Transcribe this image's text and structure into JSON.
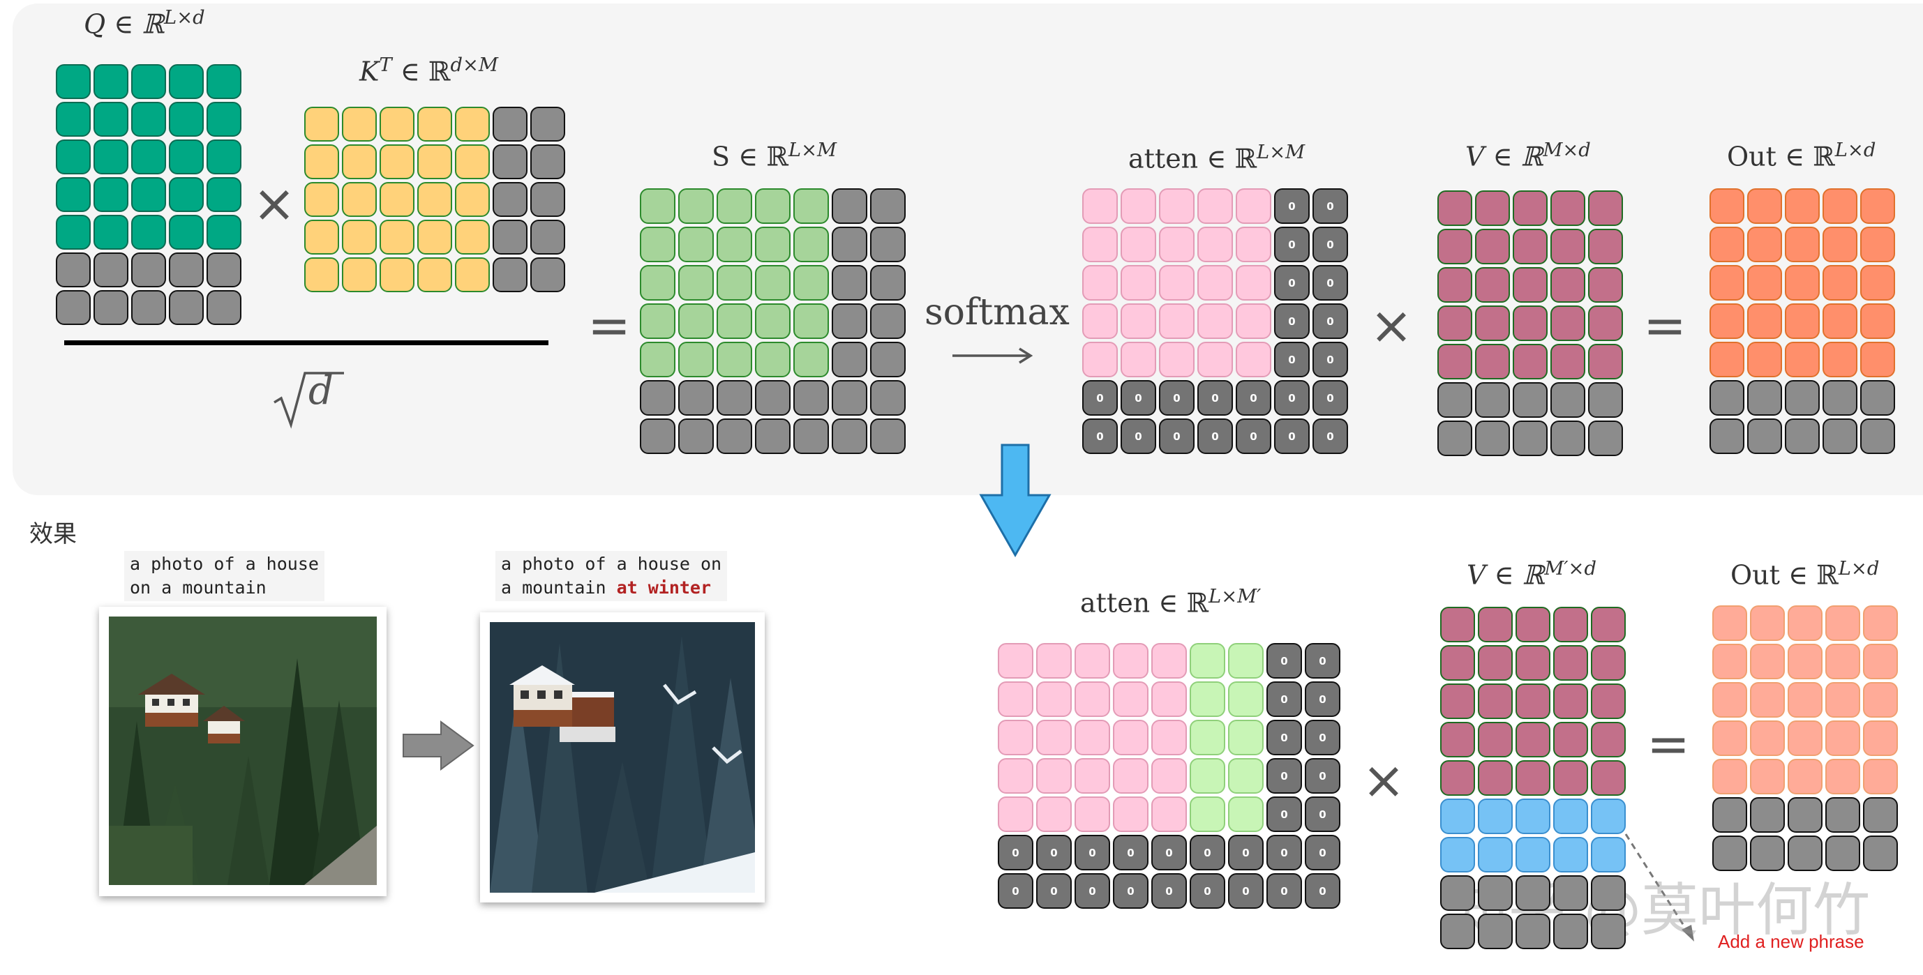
{
  "labels": {
    "q_base": "Q ∈ ℝ",
    "q_sup": "L×d",
    "kt_base": "K",
    "kt_t": "T",
    "kt_rest": " ∈ ℝ",
    "kt_sup": "d×M",
    "s_base": "S ∈ ℝ",
    "s_sup": "L×M",
    "atten_base": "atten ∈ ℝ",
    "atten_sup": "L×M",
    "v_base": "V ∈ ℝ",
    "v_sup": "M×d",
    "out_base": "Out ∈ ℝ",
    "out_sup": "L×d",
    "atten2_base": "atten ∈ ℝ",
    "atten2_sup": "L×M′",
    "v2_base": "V ∈ ℝ",
    "v2_sup": "M′×d",
    "out2_base": "Out ∈ ℝ",
    "out2_sup": "L×d",
    "sqrt_d": "d",
    "softmax": "softmax"
  },
  "operators": {
    "times": "×",
    "equals": "="
  },
  "cell_zero": "0",
  "effect_title": "效果",
  "captions": {
    "before_line1": "a photo of a house",
    "before_line2": "on a mountain",
    "after_line1": "a photo of a house on",
    "after_line2a": "a mountain ",
    "after_line2b": "at winter"
  },
  "watermark": "知乎 @莫叶何竹",
  "annotation": "Add a new phrase",
  "colors": {
    "q_green": "#00a884",
    "kt_yellow": "#ffd27a",
    "s_green": "#a6d49a",
    "atten_pink": "#ffc8dd",
    "v_mauve": "#c2708a",
    "out_orange": "#ff8f6b",
    "out2_salmon": "#ffab98",
    "new_green": "#c8f5b6",
    "new_blue": "#76c2f5",
    "gray": "#8c8c8c",
    "dark_gray": "#747474",
    "arrow_blue": "#4db8f2",
    "annotation_red": "#e02020"
  }
}
